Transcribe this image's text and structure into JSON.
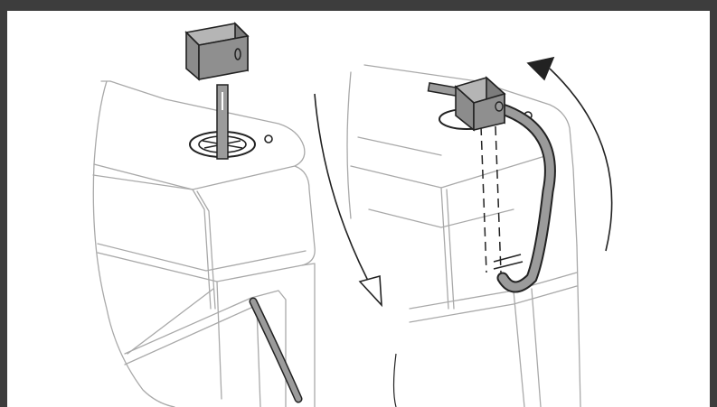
{
  "figure": {
    "panels": [
      {
        "id": "left",
        "description_key": "cable-inserted-in-housing"
      },
      {
        "id": "right",
        "description_key": "cable-rotated-and-routed"
      }
    ],
    "colors": {
      "frame": "#3d3d3d",
      "line": "#9a9a9a",
      "dark_line": "#222222",
      "connector_fill": "#8c8c8c",
      "cable_fill": "#9b9b9b"
    },
    "icons": [
      "rotation-arrow-icon",
      "rotation-arrow-icon"
    ]
  }
}
